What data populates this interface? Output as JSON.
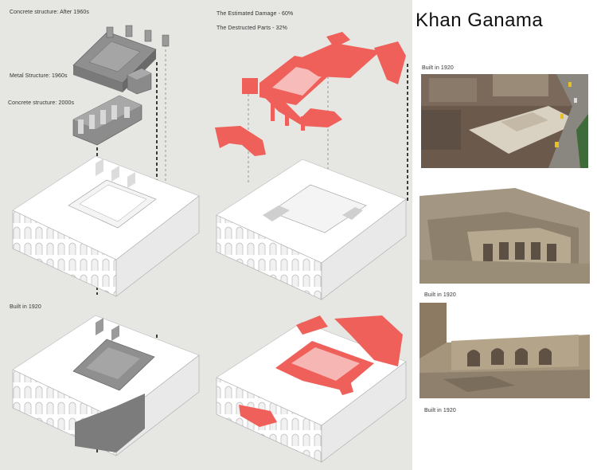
{
  "title": "Khan Ganama",
  "labels": {
    "concrete_1960s": "Concrete structure: After 1960s",
    "metal_1960s": "Metal Structure: 1960s",
    "concrete_2000s": "Concrete structure: 2000s",
    "built_left": "Built in 1920",
    "estimated_damage": "The Estimated Damage -  60%",
    "destructed_parts": "The Destructed Parts - 32%"
  },
  "photos": [
    {
      "caption": "Built in 1920"
    },
    {
      "caption": "Built in 1920"
    },
    {
      "caption": "Built in 1920"
    }
  ],
  "stats": {
    "estimated_damage_pct": 60,
    "destructed_parts_pct": 32
  },
  "colors": {
    "damage_red": "#f0605a",
    "structure_grey": "#8c8c8c",
    "background": "#e6e7e3"
  }
}
